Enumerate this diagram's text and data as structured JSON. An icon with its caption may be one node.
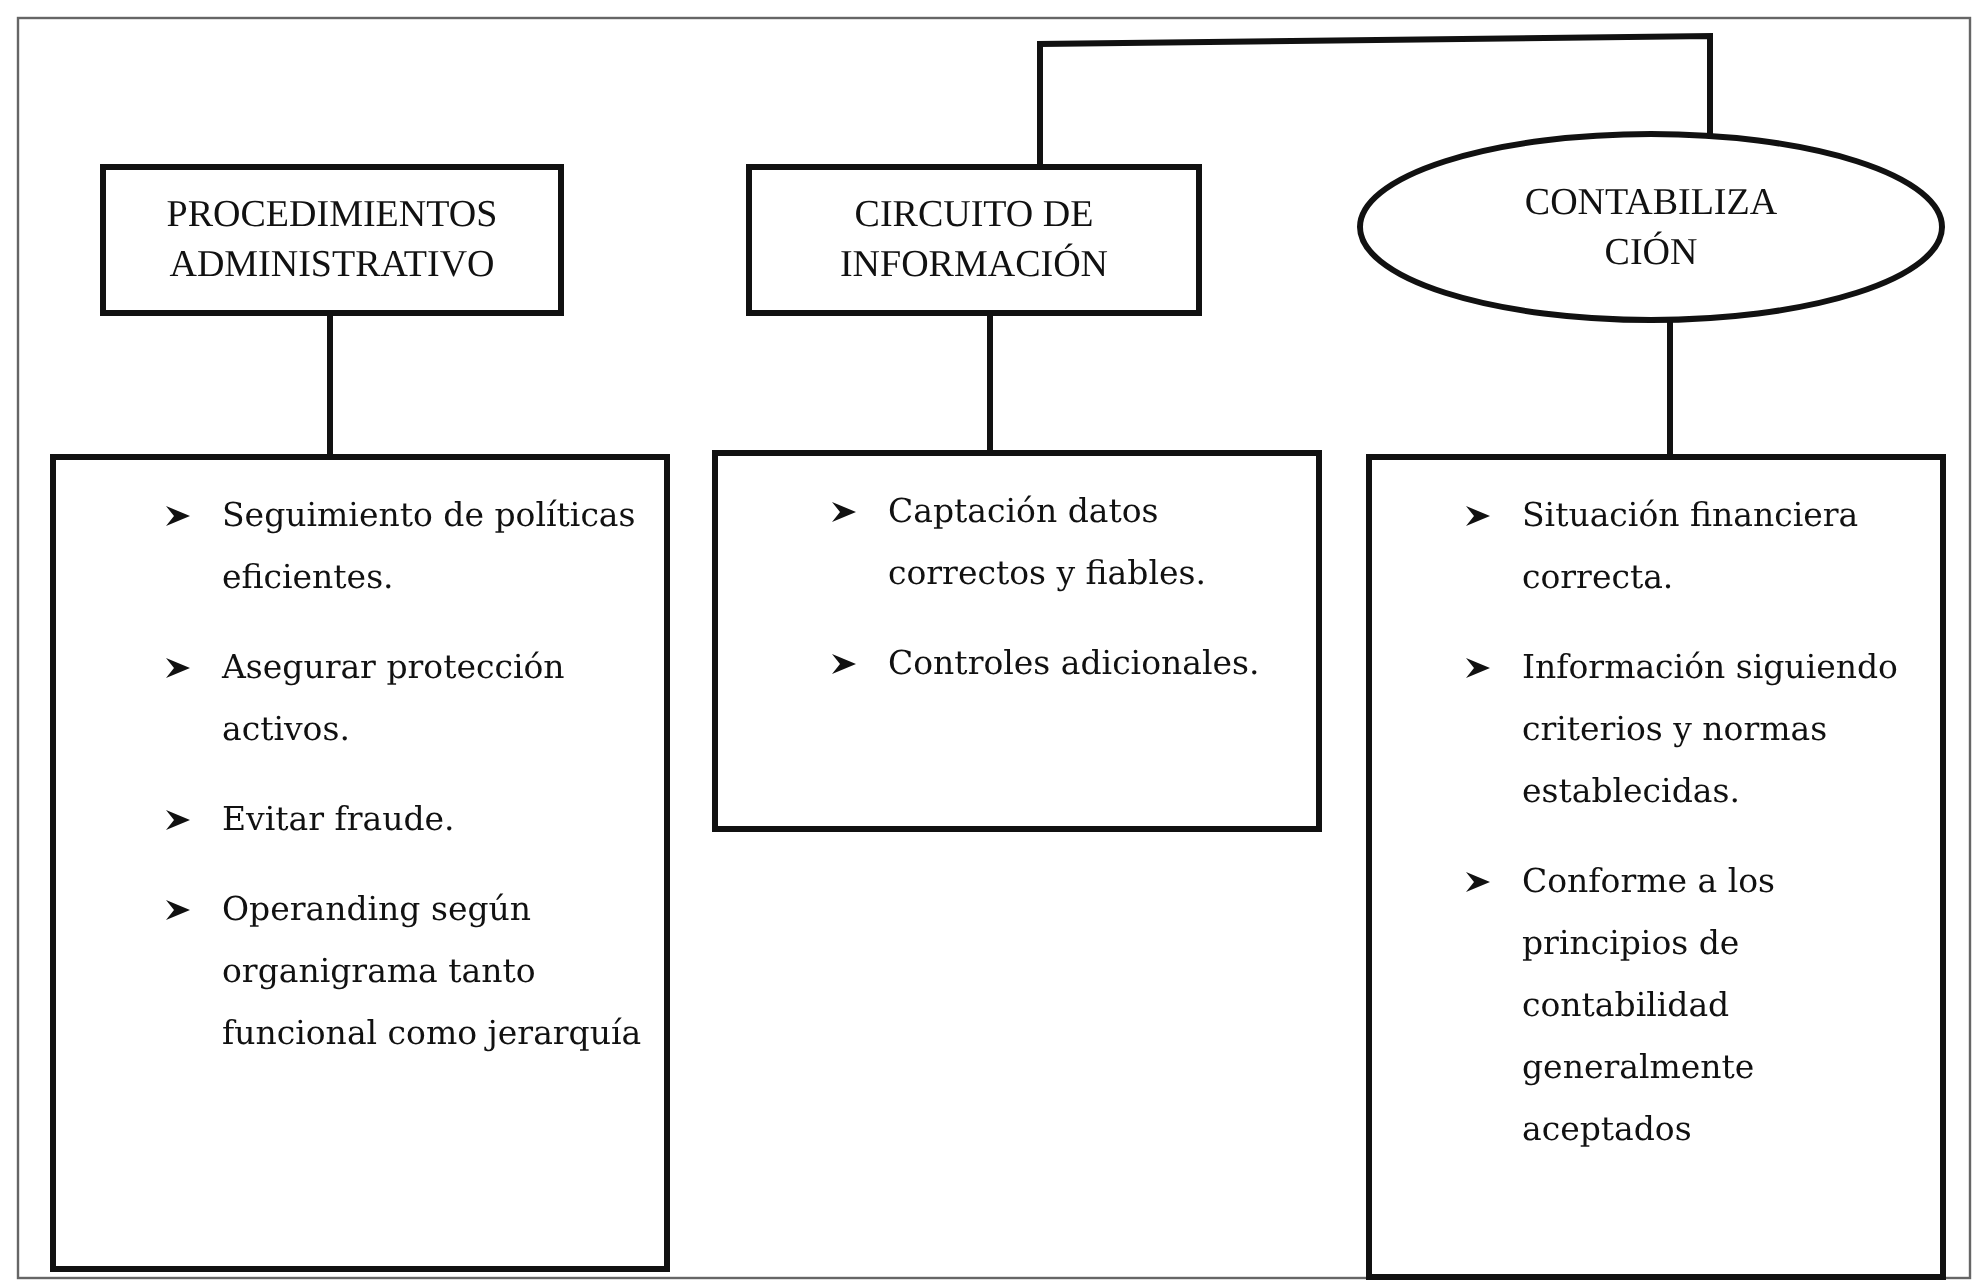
{
  "diagram": {
    "nodes": [
      {
        "text": [
          "PROCEDIMIENTOS ADMINISTRATIVO"
        ]
      },
      {
        "text": [
          "CIRCUITO DE INFORMACIÓN"
        ]
      },
      {
        "text": [
          "CONTABILIZA CIÓN"
        ]
      },
      {
        "text": [
          "Seguimiento de políticas eficientes.",
          "Asegurar protección activos.",
          "Evitar fraude.",
          "Operanding según organigrama tanto funcional como jerarquía"
        ]
      },
      {
        "text": [
          "Captación datos correctos y fiables.",
          "Controles adicionales."
        ]
      },
      {
        "text": [
          "Situación financiera correcta.",
          "Información siguiendo criterios y normas establecidas.",
          "Conforme a los principios de contabilidad generalmente aceptados"
        ]
      }
    ],
    "edges": [
      {
        "from": 0,
        "to": 3,
        "arrow": "none"
      },
      {
        "from": 1,
        "to": 4,
        "arrow": "none"
      },
      {
        "from": 2,
        "to": 5,
        "arrow": "none"
      },
      {
        "from": 1,
        "to": 2,
        "arrow": "none"
      }
    ]
  }
}
